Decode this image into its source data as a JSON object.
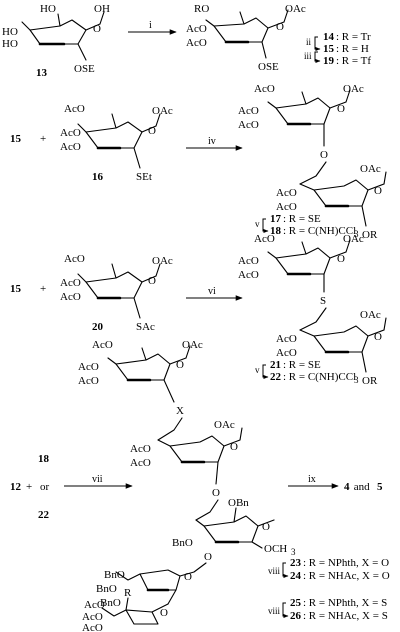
{
  "row1": {
    "start_number": "13",
    "start_sub_ho": "HO",
    "start_sub_oh": "OH",
    "start_sub_ose": "OSE",
    "reagent": "i",
    "prod_sub_ro": "RO",
    "prod_sub_oac": "OAc",
    "prod_sub_aco": "AcO",
    "prod_sub_ose": "OSE",
    "cpd14": "14",
    "cpd14_r": ": R = Tr",
    "cpd15": "15",
    "cpd15_r": ": R = H",
    "cpd19": "19",
    "cpd19_r": ": R = Tf",
    "step_ii": "ii",
    "step_iii": "iii"
  },
  "row2": {
    "acceptor": "15",
    "plus": "+",
    "donor": "16",
    "donor_set": "SEt",
    "reagent": "iv",
    "step_v": "v",
    "cpd17": "17",
    "cpd17_r": ": R = SE",
    "cpd18": "18",
    "cpd18_r": ": R = C(NH)CCl",
    "sub3": "3",
    "or": "OR",
    "o_link": "O"
  },
  "row3": {
    "acceptor": "15",
    "plus": "+",
    "donor": "20",
    "donor_sac": "SAc",
    "reagent": "vi",
    "step_v": "v",
    "cpd21": "21",
    "cpd21_r": ": R = SE",
    "cpd22": "22",
    "cpd22_r": ": R = C(NH)CCl",
    "sub3": "3",
    "or": "OR",
    "s_link": "S"
  },
  "row4": {
    "cpd12": "12",
    "plus": "+",
    "cpd18": "18",
    "or_word": "or",
    "cpd22": "22",
    "reagent": "vii",
    "reagent2": "ix",
    "final_4": "4",
    "and_word": " and ",
    "final_5": "5",
    "x_link": "X",
    "obn": "OBn",
    "bno": "BnO",
    "och3": "OCH",
    "sub3": "3",
    "r_label": "R",
    "step_viii": "viii",
    "cpd23": "23",
    "cpd23_r": ": R = NPhth, X = O",
    "cpd24": "24",
    "cpd24_r": ": R = NHAc, X = O",
    "cpd25": "25",
    "cpd25_r": ": R = NPhth, X = S",
    "cpd26": "26",
    "cpd26_r": ": R = NHAc, X = S"
  },
  "common": {
    "aco": "AcO",
    "oac": "OAc",
    "o": "O"
  }
}
